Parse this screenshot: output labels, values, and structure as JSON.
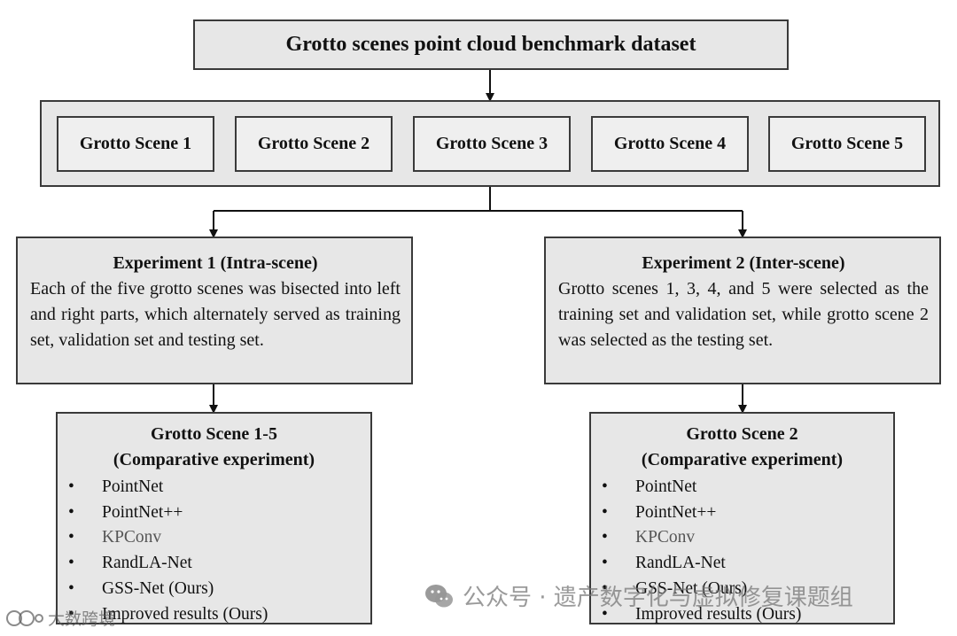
{
  "dataset_title": "Grotto scenes point cloud benchmark dataset",
  "scenes": [
    "Grotto Scene 1",
    "Grotto Scene 2",
    "Grotto Scene 3",
    "Grotto Scene 4",
    "Grotto Scene 5"
  ],
  "experiment1": {
    "heading": "Experiment 1 (Intra-scene)",
    "description": "Each of the five grotto scenes was bisected into left and right parts, which alternately served as training set, validation set and testing set."
  },
  "experiment2": {
    "heading": "Experiment 2 (Inter-scene)",
    "description": "Grotto scenes 1, 3, 4, and 5 were selected as the training set and validation set, while grotto scene 2 was selected as the testing set."
  },
  "results1": {
    "title": "Grotto Scene 1-5",
    "subtitle": "(Comparative experiment)",
    "methods": [
      "PointNet",
      "PointNet++",
      "KPConv",
      "RandLA-Net",
      "GSS-Net (Ours)",
      "Improved results (Ours)"
    ]
  },
  "results2": {
    "title": "Grotto Scene 2",
    "subtitle": "(Comparative experiment)",
    "methods": [
      "PointNet",
      "PointNet++",
      "KPConv",
      "RandLA-Net",
      "GSS-Net (Ours)",
      "Improved results (Ours)"
    ]
  },
  "bullet_char": "•",
  "watermark_text": "公众号 · 遗产数字化与虚拟修复课题组",
  "corner_mark_text": "大数跨境"
}
